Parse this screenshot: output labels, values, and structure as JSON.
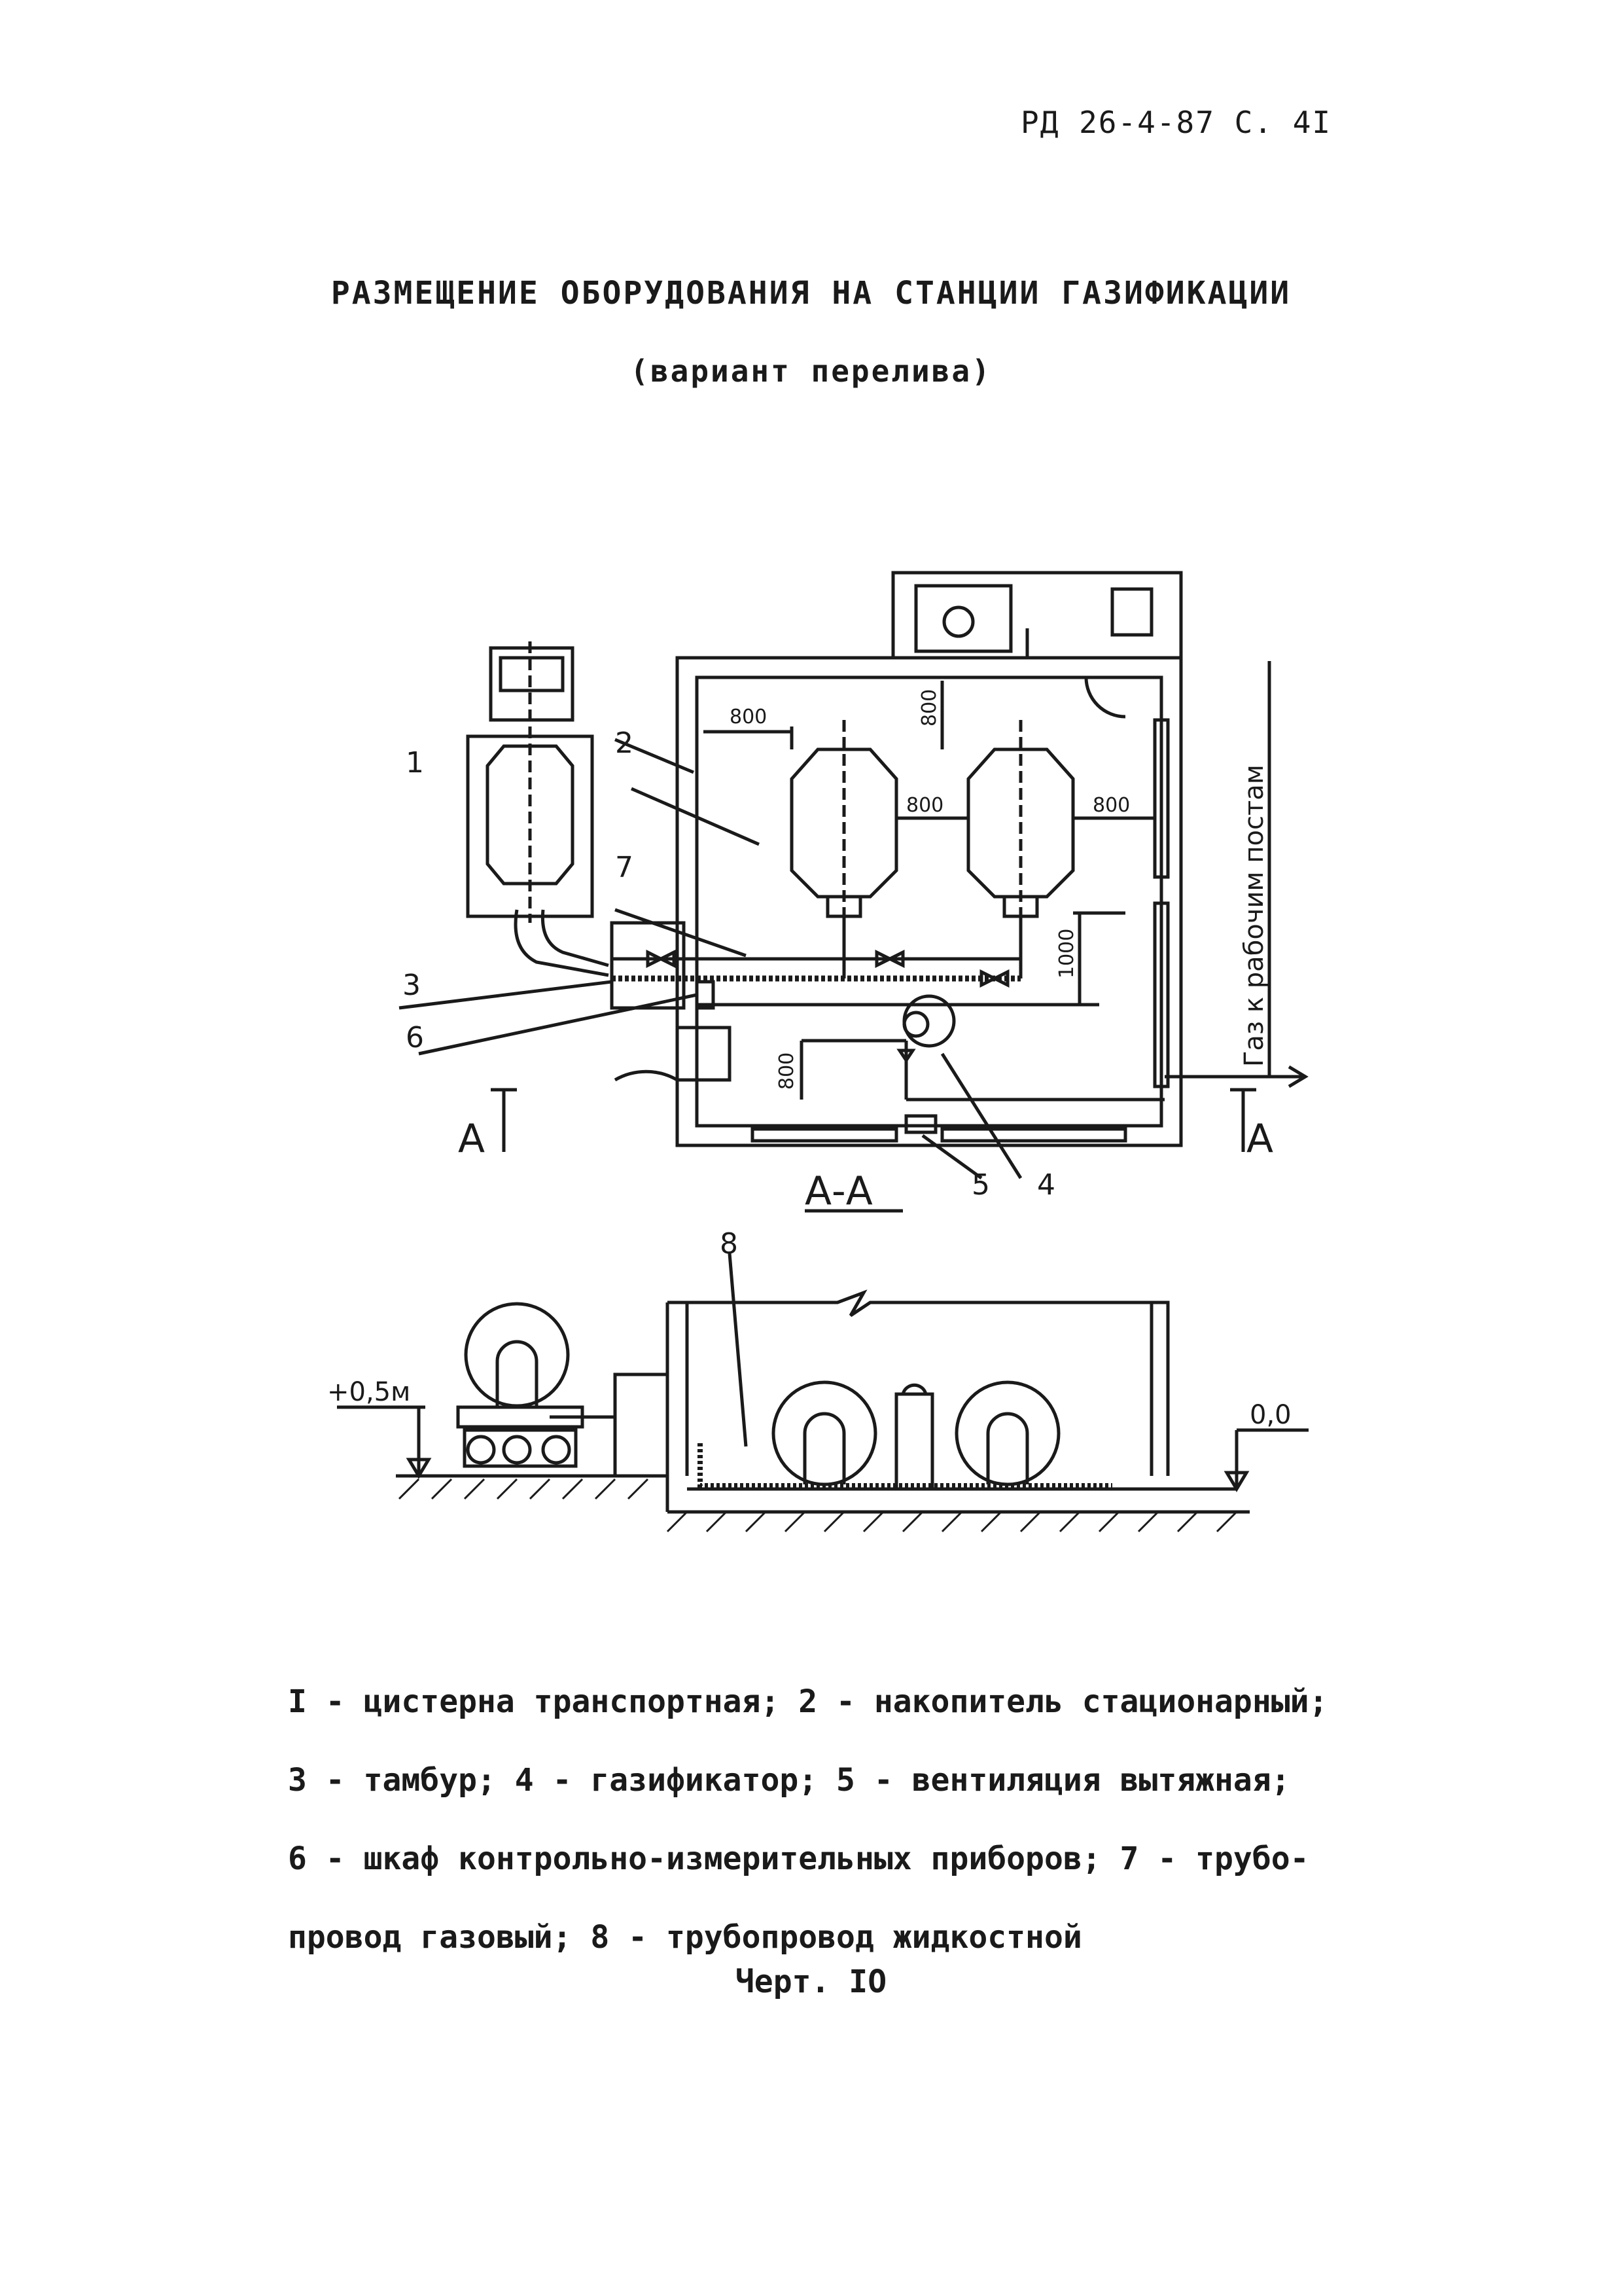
{
  "header": {
    "doc_id": "РД 26-4-87 С. 4I"
  },
  "title": "РАЗМЕЩЕНИЕ ОБОРУДОВАНИЯ НА СТАНЦИИ ГАЗИФИКАЦИИ",
  "subtitle": "(вариант перелива)",
  "plan": {
    "labels": {
      "n1": "1",
      "n2": "2",
      "n3": "3",
      "n4": "4",
      "n5": "5",
      "n6": "6",
      "n7": "7",
      "section_left": "А",
      "section_right": "А"
    },
    "dims": {
      "d800_top_left": "800",
      "d800_top": "800",
      "d800_between": "800",
      "d800_right": "800",
      "d1000": "1000",
      "d800_bottom": "800"
    },
    "outlet": "Газ к рабочим постам"
  },
  "section": {
    "title": "А-А",
    "labels": {
      "n8": "8",
      "level_left": "+0,5м",
      "level_right": "0,0"
    }
  },
  "legend": {
    "line1": "I - цистерна транспортная; 2 - накопитель стационарный;",
    "line2": "3 - тамбур; 4 - газификатор; 5 - вентиляция вытяжная;",
    "line3": "6 - шкаф контрольно-измерительных приборов; 7 - трубо-",
    "line4": "провод газовый; 8 - трубопровод жидкостной"
  },
  "caption": "Черт. IO"
}
